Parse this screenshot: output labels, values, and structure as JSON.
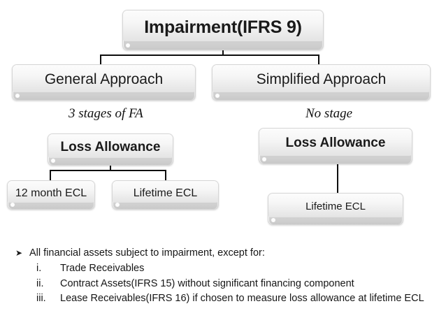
{
  "diagram": {
    "title_node": {
      "label": "Impairment(IFRS 9)"
    },
    "branches": [
      {
        "label": "General Approach",
        "caption": "3 stages of FA"
      },
      {
        "label": "Simplified Approach",
        "caption": "No stage"
      }
    ],
    "loss_allowance_left": {
      "label": "Loss Allowance"
    },
    "loss_allowance_right": {
      "label": "Loss Allowance"
    },
    "ecl_left": [
      {
        "label": "12 month ECL"
      },
      {
        "label": "Lifetime ECL"
      }
    ],
    "ecl_right": {
      "label": "Lifetime ECL"
    }
  },
  "notes": {
    "bullet_marker": "➤",
    "lead": "All financial assets subject to impairment, except for:",
    "items": [
      {
        "num": "i.",
        "text": "Trade Receivables"
      },
      {
        "num": "ii.",
        "text": "Contract Assets(IFRS 15) without significant financing component"
      },
      {
        "num": "iii.",
        "text": "Lease Receivables(IFRS 16) if chosen to measure loss allowance at lifetime ECL"
      }
    ]
  },
  "colors": {
    "connector": "#0d0d0d",
    "text": "#161616",
    "box_border": "#d6d6d6",
    "background": "#ffffff"
  }
}
